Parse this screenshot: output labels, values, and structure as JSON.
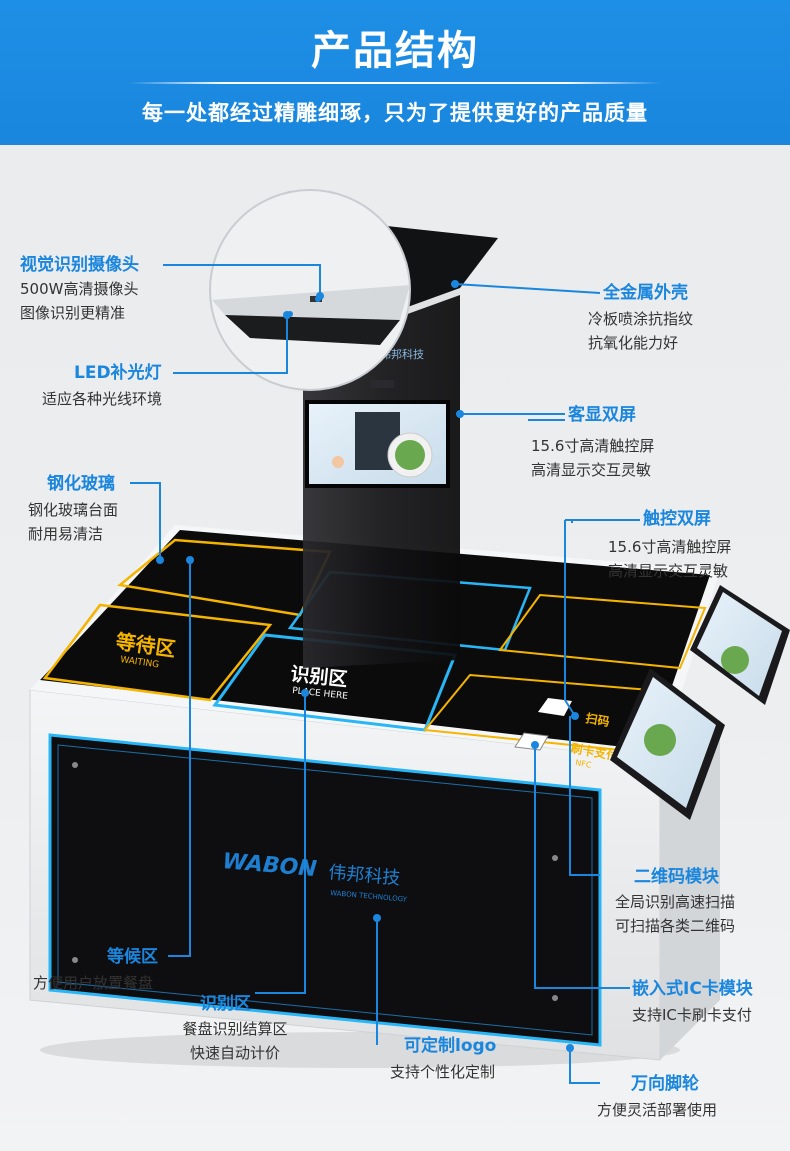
{
  "header": {
    "title": "产品结构",
    "subtitle": "每一处都经过精雕细琢，只为了提供更好的产品质量"
  },
  "colors": {
    "accent": "#1a86de",
    "zone_yellow": "#f5b400",
    "zone_cyan": "#29b6f6",
    "body_black": "#0e0e10"
  },
  "device": {
    "brand_en": "WABON",
    "brand_cn": "伟邦科技",
    "brand_sub": "WABON TECHNOLOGY",
    "zones": {
      "waiting_cn": "等待区",
      "waiting_en": "WAITING",
      "recognize_cn": "识别区",
      "recognize_en": "PLACE HERE",
      "scan_cn": "扫码",
      "card_cn": "刷卡支付",
      "card_en": "NFC"
    }
  },
  "callouts": {
    "camera": {
      "title": "视觉识别摄像头",
      "lines": [
        "500W高清摄像头",
        "图像识别更精准"
      ]
    },
    "led": {
      "title": "LED补光灯",
      "lines": [
        "适应各种光线环境"
      ]
    },
    "glass": {
      "title": "钢化玻璃",
      "lines": [
        "钢化玻璃台面",
        "耐用易清洁"
      ]
    },
    "shell": {
      "title": "全金属外壳",
      "lines": [
        "冷板喷涂抗指纹",
        "抗氧化能力好"
      ]
    },
    "customer_screen": {
      "title": "客显双屏",
      "lines": [
        "15.6寸高清触控屏",
        "高清显示交互灵敏"
      ]
    },
    "touch_screen": {
      "title": "触控双屏",
      "lines": [
        "15.6寸高清触控屏",
        "高清显示交互灵敏"
      ]
    },
    "qr": {
      "title": "二维码模块",
      "lines": [
        "全局识别高速扫描",
        "可扫描各类二维码"
      ]
    },
    "ic": {
      "title": "嵌入式IC卡模块",
      "lines": [
        "支持IC卡刷卡支付"
      ]
    },
    "waiting": {
      "title": "等候区",
      "lines": [
        "方便用户放置餐盘"
      ]
    },
    "recognition": {
      "title": "识别区",
      "lines": [
        "餐盘识别结算区",
        "快速自动计价"
      ]
    },
    "logo": {
      "title": "可定制logo",
      "lines": [
        "支持个性化定制"
      ]
    },
    "wheels": {
      "title": "万向脚轮",
      "lines": [
        "方便灵活部署使用"
      ]
    }
  }
}
